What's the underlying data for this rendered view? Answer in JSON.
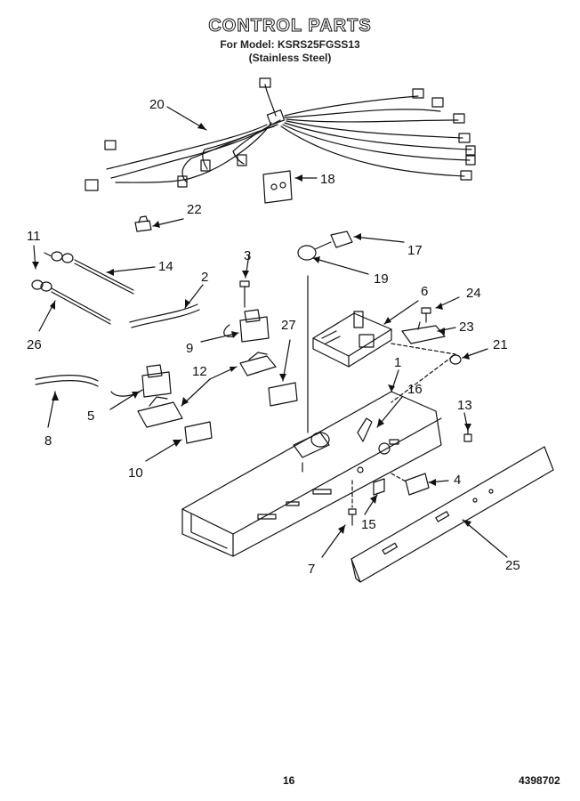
{
  "header": {
    "title": "CONTROL PARTS",
    "model_line": "For Model: KSRS25FGSS13",
    "finish_line": "(Stainless Steel)"
  },
  "callouts": {
    "c1": "1",
    "c2": "2",
    "c3": "3",
    "c4": "4",
    "c5": "5",
    "c6": "6",
    "c7": "7",
    "c8": "8",
    "c9": "9",
    "c10": "10",
    "c11": "11",
    "c12": "12",
    "c13": "13",
    "c14": "14",
    "c15": "15",
    "c16": "16",
    "c17": "17",
    "c18": "18",
    "c19": "19",
    "c20": "20",
    "c21": "21",
    "c22": "22",
    "c23": "23",
    "c24": "24",
    "c25": "25",
    "c26": "26",
    "c27": "27"
  },
  "footer": {
    "page_number": "16",
    "document_number": "4398702"
  }
}
